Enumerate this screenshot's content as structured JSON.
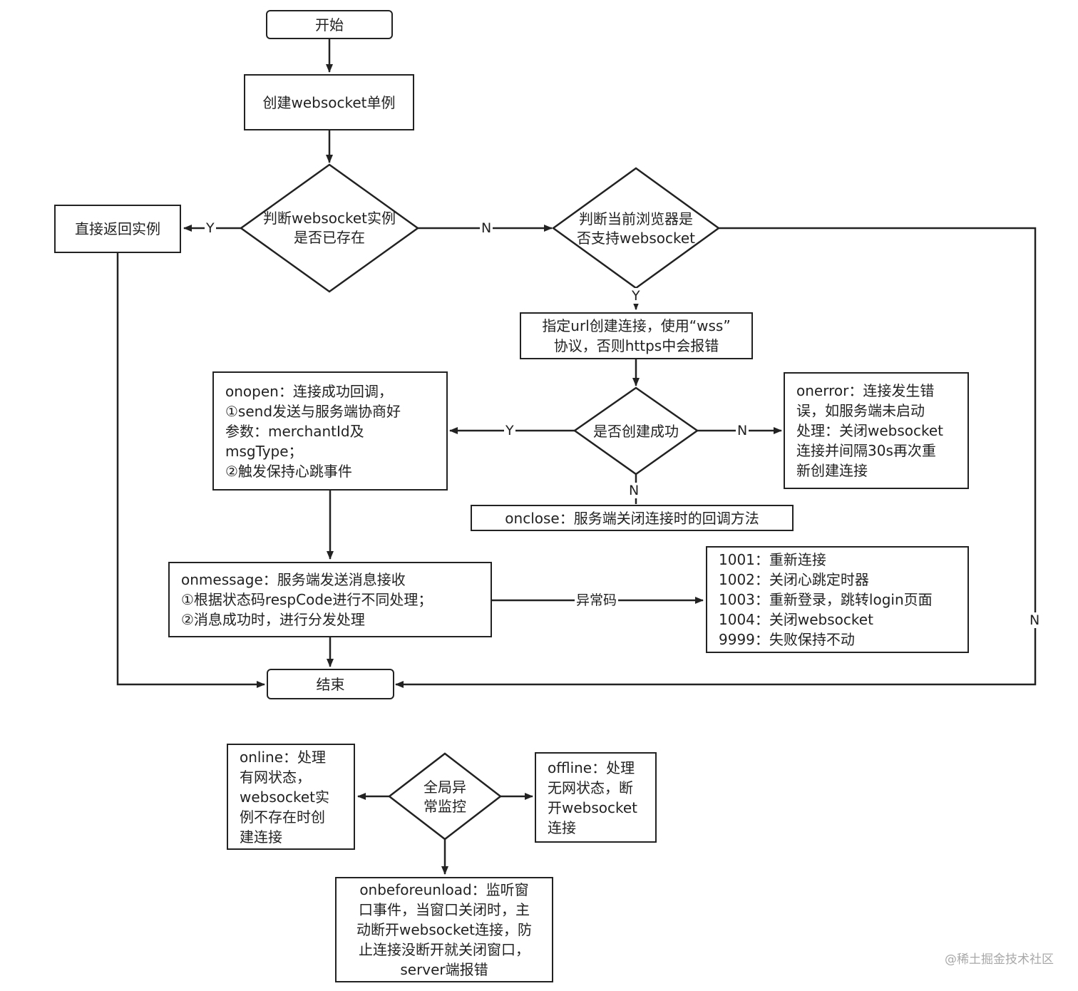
{
  "nodes": {
    "start": "开始",
    "create_singleton": "创建websocket单例",
    "check_exists": "判断websocket实例\n是否已存在",
    "return_instance": "直接返回实例",
    "check_support": "判断当前浏览器是\n否支持websocket",
    "create_url": "指定url创建连接，使用“wss”\n协议，否则https中会报错",
    "check_success": "是否创建成功",
    "onopen": "onopen：连接成功回调，\n①send发送与服务端协商好\n参数：merchantId及\nmsgType；\n②触发保持心跳事件",
    "onerror": "onerror：连接发生错\n误，如服务端未启动\n处理：关闭websocket\n连接并间隔30s再次重\n新创建连接",
    "onclose": "onclose：服务端关闭连接时的回调方法",
    "onmessage": "onmessage：服务端发送消息接收\n①根据状态码respCode进行不同处理；\n②消息成功时，进行分发处理",
    "codes": "1001：重新连接\n1002：关闭心跳定时器\n1003：重新登录，跳转login页面\n1004：关闭websocket\n9999：失败保持不动",
    "end": "结束",
    "global_monitor": "全局异\n常监控",
    "online": "online：处理\n有网状态，\nwebsocket实\n例不存在时创\n建连接",
    "offline": "offline：处理\n无网状态，断\n开websocket\n连接",
    "onbeforeunload": "onbeforeunload：监听窗\n口事件，当窗口关闭时，主\n动断开websocket连接，防\n止连接没断开就关闭窗口，\nserver端报错"
  },
  "edge_labels": {
    "exists_yes": "Y",
    "exists_no": "N",
    "support_yes": "Y",
    "support_no": "N",
    "success_yes": "Y",
    "success_no": "N",
    "success_close": "N",
    "error_code": "异常码"
  },
  "watermark": "@稀土掘金技术社区"
}
